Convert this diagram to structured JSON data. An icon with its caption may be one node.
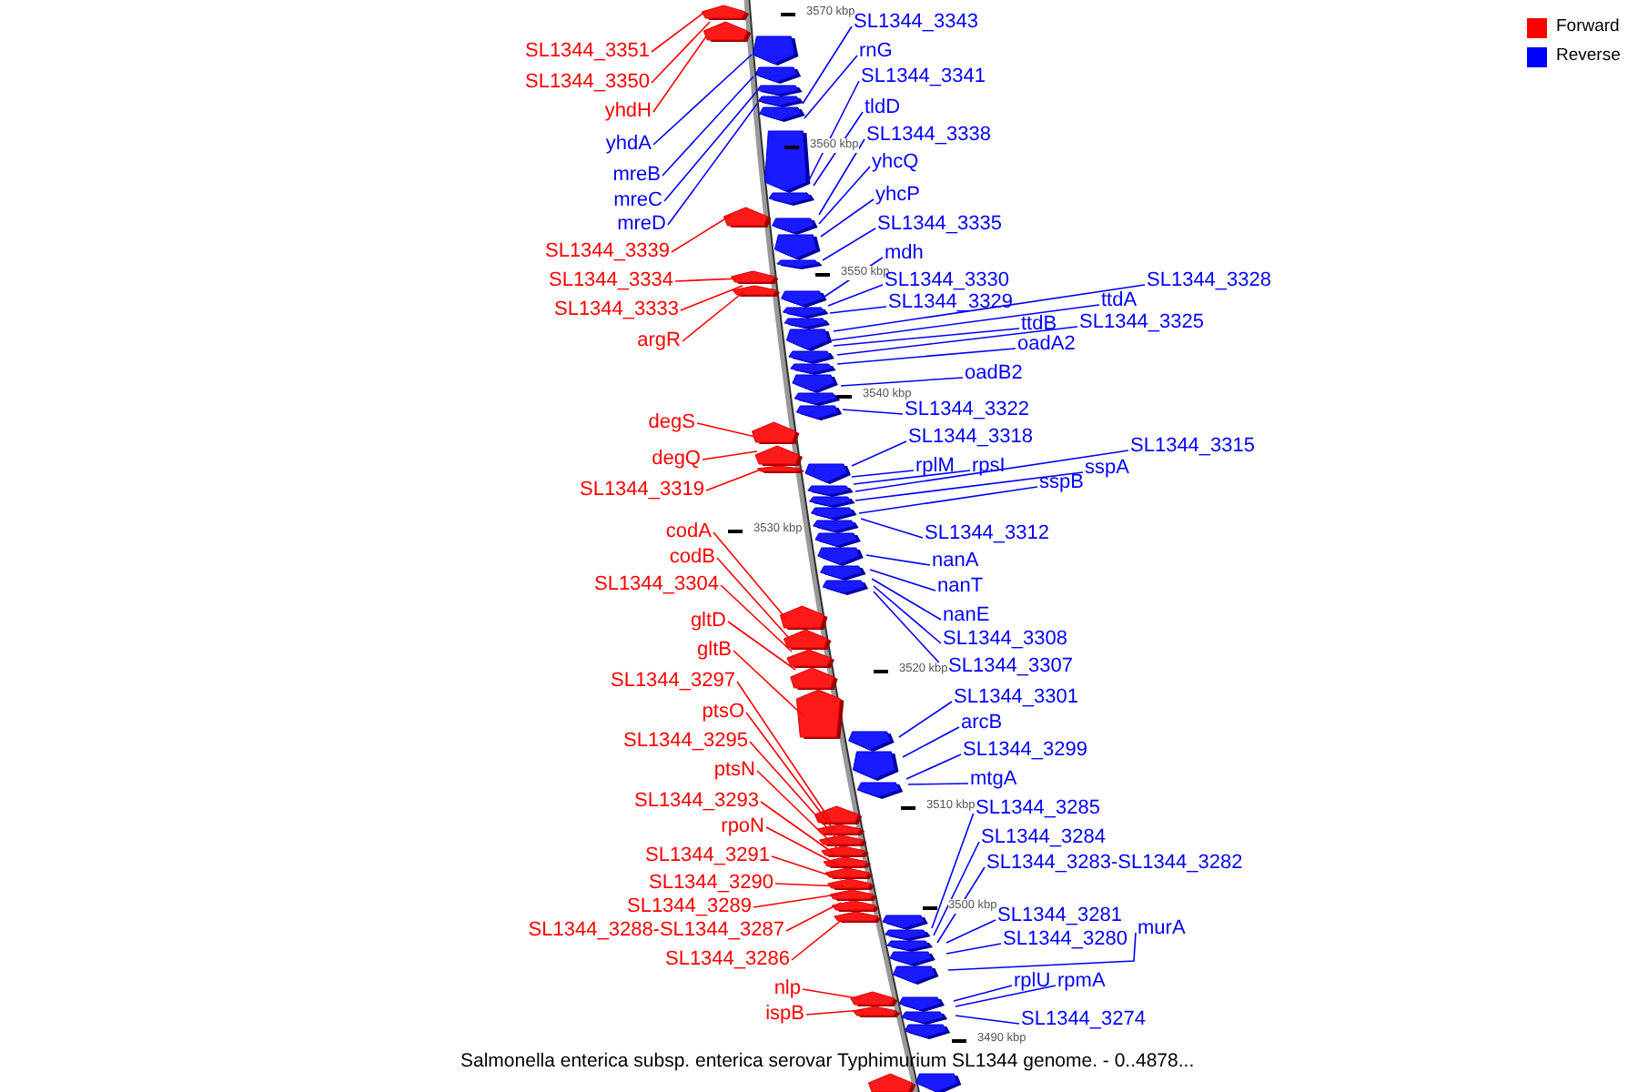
{
  "diagram": {
    "caption": "Salmonella enterica subsp. enterica serovar Typhimurium SL1344 genome. - 0..4878...",
    "nodes": [
      {
        "text": [
          "SL1344_3351"
        ]
      },
      {
        "text": [
          "SL1344_3350"
        ]
      },
      {
        "text": [
          "yhdH"
        ]
      },
      {
        "text": [
          "yhdA"
        ]
      },
      {
        "text": [
          "mreB"
        ]
      },
      {
        "text": [
          "mreC"
        ]
      },
      {
        "text": [
          "mreD"
        ]
      },
      {
        "text": [
          "SL1344_3339"
        ]
      },
      {
        "text": [
          "SL1344_3334"
        ]
      },
      {
        "text": [
          "SL1344_3333"
        ]
      },
      {
        "text": [
          "argR"
        ]
      },
      {
        "text": [
          "degS"
        ]
      },
      {
        "text": [
          "degQ"
        ]
      },
      {
        "text": [
          "SL1344_3319"
        ]
      },
      {
        "text": [
          "codA"
        ]
      },
      {
        "text": [
          "codB"
        ]
      },
      {
        "text": [
          "SL1344_3304"
        ]
      },
      {
        "text": [
          "gltD"
        ]
      },
      {
        "text": [
          "gltB"
        ]
      },
      {
        "text": [
          "SL1344_3297"
        ]
      },
      {
        "text": [
          "ptsO"
        ]
      },
      {
        "text": [
          "SL1344_3295"
        ]
      },
      {
        "text": [
          "ptsN"
        ]
      },
      {
        "text": [
          "SL1344_3293"
        ]
      },
      {
        "text": [
          "rpoN"
        ]
      },
      {
        "text": [
          "SL1344_3291"
        ]
      },
      {
        "text": [
          "SL1344_3290"
        ]
      },
      {
        "text": [
          "SL1344_3289"
        ]
      },
      {
        "text": [
          "SL1344_3288-SL1344_3287"
        ]
      },
      {
        "text": [
          "SL1344_3286"
        ]
      },
      {
        "text": [
          "nlp"
        ]
      },
      {
        "text": [
          "ispB"
        ]
      },
      {
        "text": [
          "SL1344_3343"
        ]
      },
      {
        "text": [
          "rnG"
        ]
      },
      {
        "text": [
          "SL1344_3341"
        ]
      },
      {
        "text": [
          "tldD"
        ]
      },
      {
        "text": [
          "SL1344_3338"
        ]
      },
      {
        "text": [
          "yhcQ"
        ]
      },
      {
        "text": [
          "yhcP"
        ]
      },
      {
        "text": [
          "SL1344_3335"
        ]
      },
      {
        "text": [
          "mdh"
        ]
      },
      {
        "text": [
          "SL1344_3330"
        ]
      },
      {
        "text": [
          "SL1344_3329"
        ]
      },
      {
        "text": [
          "SL1344_3328"
        ]
      },
      {
        "text": [
          "ttdA"
        ]
      },
      {
        "text": [
          "ttdB"
        ]
      },
      {
        "text": [
          "SL1344_3325"
        ]
      },
      {
        "text": [
          "oadA2"
        ]
      },
      {
        "text": [
          "oadB2"
        ]
      },
      {
        "text": [
          "SL1344_3322"
        ]
      },
      {
        "text": [
          "SL1344_3318"
        ]
      },
      {
        "text": [
          "SL1344_3315"
        ]
      },
      {
        "text": [
          "rplM"
        ]
      },
      {
        "text": [
          "rpsI"
        ]
      },
      {
        "text": [
          "sspA"
        ]
      },
      {
        "text": [
          "sspB"
        ]
      },
      {
        "text": [
          "SL1344_3312"
        ]
      },
      {
        "text": [
          "nanA"
        ]
      },
      {
        "text": [
          "nanT"
        ]
      },
      {
        "text": [
          "nanE"
        ]
      },
      {
        "text": [
          "SL1344_3308"
        ]
      },
      {
        "text": [
          "SL1344_3307"
        ]
      },
      {
        "text": [
          "SL1344_3301"
        ]
      },
      {
        "text": [
          "arcB"
        ]
      },
      {
        "text": [
          "SL1344_3299"
        ]
      },
      {
        "text": [
          "mtgA"
        ]
      },
      {
        "text": [
          "SL1344_3285"
        ]
      },
      {
        "text": [
          "SL1344_3284"
        ]
      },
      {
        "text": [
          "SL1344_3283-SL1344_3282"
        ]
      },
      {
        "text": [
          "SL1344_3281"
        ]
      },
      {
        "text": [
          "SL1344_3280"
        ]
      },
      {
        "text": [
          "murA"
        ]
      },
      {
        "text": [
          "rplU"
        ]
      },
      {
        "text": [
          "rpmA"
        ]
      },
      {
        "text": [
          "SL1344_3274"
        ]
      }
    ],
    "edges": [
      {
        "from": 0,
        "to": null,
        "arrow": "none",
        "color": "#ff0000"
      },
      {
        "from": 1,
        "to": null,
        "arrow": "none",
        "color": "#ff0000"
      },
      {
        "from": 2,
        "to": null,
        "arrow": "none",
        "color": "#ff0000"
      },
      {
        "from": 3,
        "to": null,
        "arrow": "none"
      },
      {
        "from": 4,
        "to": null,
        "arrow": "none"
      },
      {
        "from": 5,
        "to": null,
        "arrow": "none"
      },
      {
        "from": 6,
        "to": null,
        "arrow": "none"
      },
      {
        "from": 7,
        "to": null,
        "arrow": "none",
        "color": "#ff0000"
      },
      {
        "from": 8,
        "to": null,
        "arrow": "none",
        "color": "#ff0000"
      },
      {
        "from": 9,
        "to": null,
        "arrow": "none",
        "color": "#ff0000"
      },
      {
        "from": 10,
        "to": null,
        "arrow": "none",
        "color": "#ff0000"
      },
      {
        "from": 11,
        "to": null,
        "arrow": "none",
        "color": "#ff0000"
      },
      {
        "from": 12,
        "to": null,
        "arrow": "none",
        "color": "#ff0000"
      },
      {
        "from": 13,
        "to": null,
        "arrow": "none",
        "color": "#ff0000"
      },
      {
        "from": 14,
        "to": null,
        "arrow": "none",
        "color": "#ff0000"
      },
      {
        "from": 15,
        "to": null,
        "arrow": "none",
        "color": "#ff0000"
      },
      {
        "from": 16,
        "to": null,
        "arrow": "none",
        "color": "#ff0000"
      },
      {
        "from": 17,
        "to": null,
        "arrow": "none",
        "color": "#ff0000"
      },
      {
        "from": 18,
        "to": null,
        "arrow": "none",
        "color": "#ff0000"
      },
      {
        "from": 19,
        "to": null,
        "arrow": "none",
        "color": "#ff0000"
      },
      {
        "from": 20,
        "to": null,
        "arrow": "none",
        "color": "#ff0000"
      },
      {
        "from": 21,
        "to": null,
        "arrow": "none",
        "color": "#ff0000"
      },
      {
        "from": 22,
        "to": null,
        "arrow": "none",
        "color": "#ff0000"
      },
      {
        "from": 23,
        "to": null,
        "arrow": "none",
        "color": "#ff0000"
      },
      {
        "from": 24,
        "to": null,
        "arrow": "none",
        "color": "#ff0000"
      },
      {
        "from": 25,
        "to": null,
        "arrow": "none",
        "color": "#ff0000"
      },
      {
        "from": 26,
        "to": null,
        "arrow": "none",
        "color": "#ff0000"
      },
      {
        "from": 27,
        "to": null,
        "arrow": "none",
        "color": "#ff0000"
      },
      {
        "from": 28,
        "to": null,
        "arrow": "none",
        "color": "#ff0000"
      },
      {
        "from": 29,
        "to": null,
        "arrow": "none",
        "color": "#ff0000"
      },
      {
        "from": 30,
        "to": null,
        "arrow": "none",
        "color": "#ff0000"
      },
      {
        "from": 31,
        "to": null,
        "arrow": "none",
        "color": "#ff0000"
      },
      {
        "from": 32,
        "to": null,
        "arrow": "none"
      },
      {
        "from": 33,
        "to": null,
        "arrow": "none"
      },
      {
        "from": 34,
        "to": null,
        "arrow": "none"
      },
      {
        "from": 35,
        "to": null,
        "arrow": "none"
      },
      {
        "from": 36,
        "to": null,
        "arrow": "none"
      },
      {
        "from": 37,
        "to": null,
        "arrow": "none"
      },
      {
        "from": 38,
        "to": null,
        "arrow": "none"
      },
      {
        "from": 39,
        "to": null,
        "arrow": "none"
      },
      {
        "from": 40,
        "to": null,
        "arrow": "none"
      },
      {
        "from": 41,
        "to": null,
        "arrow": "none"
      },
      {
        "from": 42,
        "to": null,
        "arrow": "none"
      },
      {
        "from": 43,
        "to": null,
        "arrow": "none"
      },
      {
        "from": 44,
        "to": null,
        "arrow": "none"
      },
      {
        "from": 45,
        "to": null,
        "arrow": "none"
      },
      {
        "from": 46,
        "to": null,
        "arrow": "none"
      },
      {
        "from": 47,
        "to": null,
        "arrow": "none"
      },
      {
        "from": 48,
        "to": null,
        "arrow": "none"
      },
      {
        "from": 49,
        "to": null,
        "arrow": "none"
      },
      {
        "from": 50,
        "to": null,
        "arrow": "none"
      },
      {
        "from": 51,
        "to": null,
        "arrow": "none"
      },
      {
        "from": 52,
        "to": null,
        "arrow": "none"
      },
      {
        "from": 53,
        "to": null,
        "arrow": "none"
      },
      {
        "from": 54,
        "to": null,
        "arrow": "none"
      },
      {
        "from": 55,
        "to": null,
        "arrow": "none"
      },
      {
        "from": 56,
        "to": null,
        "arrow": "none"
      },
      {
        "from": 57,
        "to": null,
        "arrow": "none"
      },
      {
        "from": 58,
        "to": null,
        "arrow": "none"
      },
      {
        "from": 59,
        "to": null,
        "arrow": "none"
      },
      {
        "from": 60,
        "to": null,
        "arrow": "none"
      },
      {
        "from": 61,
        "to": null,
        "arrow": "none"
      },
      {
        "from": 62,
        "to": null,
        "arrow": "none"
      },
      {
        "from": 63,
        "to": null,
        "arrow": "none"
      },
      {
        "from": 64,
        "to": null,
        "arrow": "none"
      },
      {
        "from": 65,
        "to": null,
        "arrow": "none"
      },
      {
        "from": 66,
        "to": null,
        "arrow": "none"
      },
      {
        "from": 67,
        "to": null,
        "arrow": "none"
      },
      {
        "from": 68,
        "to": null,
        "arrow": "none"
      },
      {
        "from": 69,
        "to": null,
        "arrow": "none"
      },
      {
        "from": 70,
        "to": null,
        "arrow": "none"
      },
      {
        "from": 71,
        "to": null,
        "arrow": "none"
      },
      {
        "from": 72,
        "to": null,
        "arrow": "none"
      },
      {
        "from": 73,
        "to": null,
        "arrow": "none"
      },
      {
        "from": 74,
        "to": null,
        "arrow": "none"
      }
    ],
    "labels": [
      "3570 kbp",
      "3560 kbp",
      "3550 kbp",
      "3540 kbp",
      "3530 kbp",
      "3520 kbp",
      "3510 kbp",
      "3500 kbp",
      "3490 kbp"
    ],
    "legend": [
      {
        "text": "Forward",
        "color": "#ff0000"
      },
      {
        "text": "Reverse",
        "color": "#0000ff"
      }
    ]
  }
}
